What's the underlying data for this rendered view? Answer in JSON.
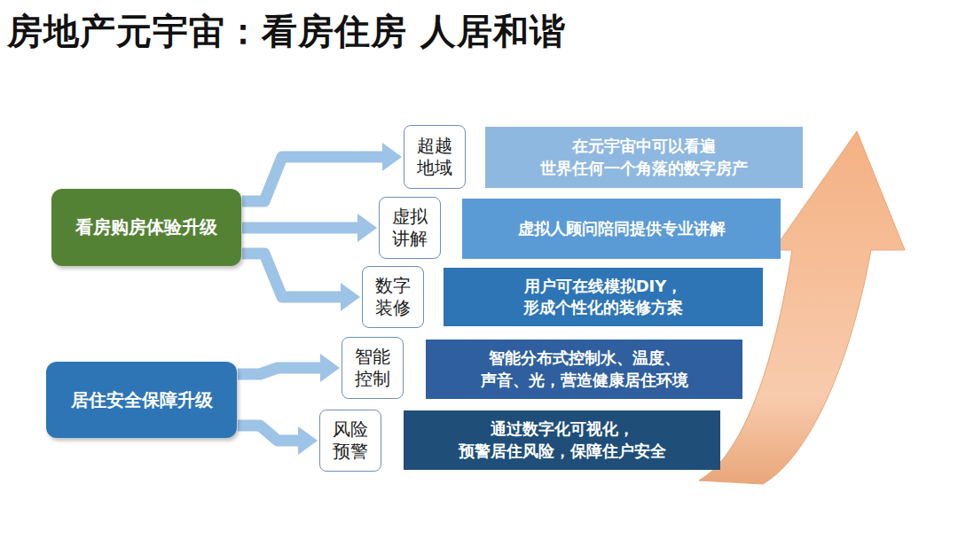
{
  "diagram": {
    "title": "房地产元宇宙：看房住房 人居和谐",
    "nodes": [
      {
        "text": [
          "看房购房体验升级"
        ]
      },
      {
        "text": [
          "居住安全保障升级"
        ]
      },
      {
        "text": [
          "超越地域"
        ]
      },
      {
        "text": [
          "在元宇宙中可以看遍 世界任何一个角落的数字房产"
        ]
      },
      {
        "text": [
          "虚拟讲解"
        ]
      },
      {
        "text": [
          "虚拟人顾问陪同提供专业讲解"
        ]
      },
      {
        "text": [
          "数字装修"
        ]
      },
      {
        "text": [
          "用户可在线模拟DIY， 形成个性化的装修方案"
        ]
      },
      {
        "text": [
          "智能控制"
        ]
      },
      {
        "text": [
          "智能分布式控制水、温度、 声音、光，营造健康居住环境"
        ]
      },
      {
        "text": [
          "风险预警"
        ]
      },
      {
        "text": [
          "通过数字化可视化， 预警居住风险，保障住户安全"
        ]
      }
    ],
    "edges": [
      {
        "from": 0,
        "to": 2,
        "arrow": "to"
      },
      {
        "from": 0,
        "to": 4,
        "arrow": "to"
      },
      {
        "from": 0,
        "to": 6,
        "arrow": "to"
      },
      {
        "from": 1,
        "to": 8,
        "arrow": "to"
      },
      {
        "from": 1,
        "to": 10,
        "arrow": "to"
      }
    ]
  }
}
